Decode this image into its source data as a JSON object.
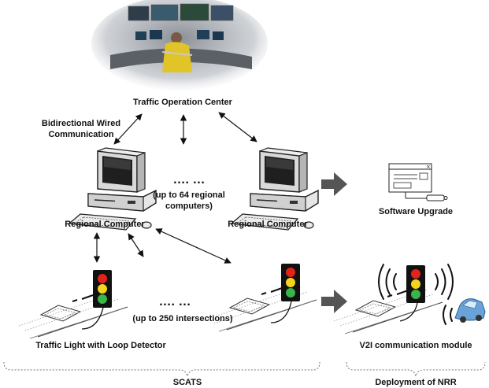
{
  "labels": {
    "toc": "Traffic Operation Center",
    "wired_line1": "Bidirectional Wired",
    "wired_line2": "Communication",
    "regional_left": "Regional Computer",
    "regional_right": "Regional Computer",
    "regional_count_line1": "(up to 64 regional",
    "regional_count_line2": "computers)",
    "intersections_count": "(up to 250 intersections)",
    "traffic_light": "Traffic Light with Loop Detector",
    "software_upgrade": "Software Upgrade",
    "v2i": "V2I communication module",
    "scats": "SCATS",
    "nrr": "Deployment of NRR",
    "ellipsis": "…. …"
  },
  "colors": {
    "signal_red": "#e2231a",
    "signal_yellow": "#f5d31f",
    "signal_green": "#39b54a",
    "signal_housing": "#111111",
    "process_arrow": "#555555",
    "car": "#6aa3d8"
  },
  "icons": {
    "toc_photo": "control-room-photo",
    "computer": "desktop-computer-icon",
    "software": "software-window-icon",
    "traffic_light": "traffic-light-icon",
    "loop_detector": "loop-detector-icon",
    "car": "car-icon",
    "wireless": "wireless-waves-icon"
  }
}
